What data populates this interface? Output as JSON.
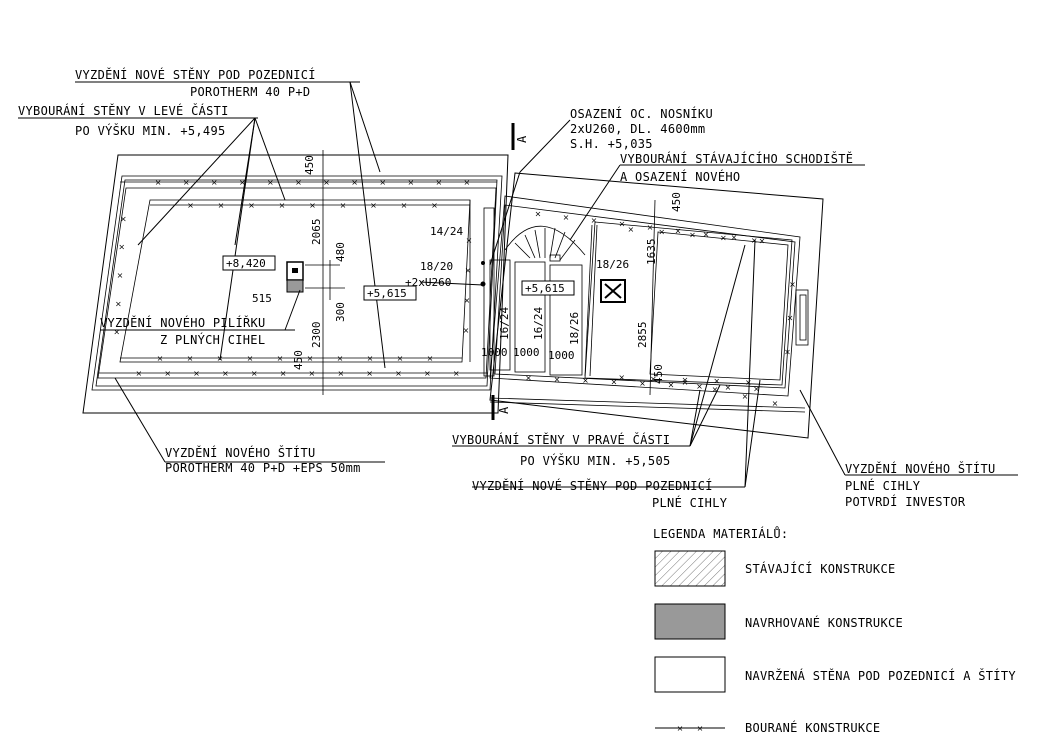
{
  "annotations": {
    "left_wall_new_1": "VYZDĚNÍ NOVÉ STĚNY POD POZEDNICÍ",
    "left_wall_new_2": "POROTHERM 40 P+D",
    "left_demolish_1": "VYBOURÁNÍ STĚNY V LEVÉ ČÁSTI",
    "left_demolish_2": "PO VÝŠKU MIN. +5,495",
    "beam_1": "OSAZENÍ OC. NOSNÍKU",
    "beam_2": "2xU260, DL. 4600mm",
    "beam_3": "S.H. +5,035",
    "stair_1": "VYBOURÁNÍ STÁVAJÍCÍHO SCHODIŠTĚ",
    "stair_2": "A OSAZENÍ NOVÉHO",
    "pillar_1": "VYZDĚNÍ NOVÉHO PILÍŘKU",
    "pillar_2": "Z PLNÝCH CIHEL",
    "gable_left_1": "VYZDĚNÍ NOVÉHO ŠTÍTU",
    "gable_left_2": "POROTHERM 40 P+D +EPS 50mm",
    "right_demolish_1": "VYBOURÁNÍ STĚNY V PRAVÉ ČÁSTI",
    "right_demolish_2": "PO VÝŠKU MIN. +5,505",
    "right_wall_new_1": "VYZDĚNÍ NOVÉ STĚNY POD POZEDNICÍ",
    "right_wall_new_2": "PLNÉ CIHLY",
    "gable_right_1": "VYZDĚNÍ NOVÉHO ŠTÍTU",
    "gable_right_2": "PLNÉ CIHLY",
    "gable_right_3": "POTVRDÍ INVESTOR"
  },
  "dimensions": {
    "d450a": "450",
    "d2065": "2065",
    "d480": "480",
    "d300": "300",
    "d2300": "2300",
    "d450b": "450",
    "d515": "515",
    "d1635": "1635",
    "d2855": "2855",
    "d450c": "450",
    "d450d": "450",
    "s1424": "14/24",
    "s1820": "18/20",
    "s2u260": "2xU260",
    "s1826a": "18/26",
    "s1624a": "16/24",
    "s1624b": "16/24",
    "s1826b": "18/26",
    "w1": "1000",
    "w2": "1000",
    "w3": "1000"
  },
  "levels": {
    "lv1": "+8,420",
    "lv2": "+5,615",
    "lv3": "+5,615"
  },
  "sections": {
    "top": "A",
    "bottom": "A"
  },
  "legend": {
    "title": "LEGENDA MATERIÁLŮ:",
    "existing": "STÁVAJÍCÍ KONSTRUKCE",
    "proposed": "NAVRHOVANÉ KONSTRUKCE",
    "new_wall": "NAVRŽENÁ STĚNA POD POZEDNICÍ A ŠTÍTY",
    "demolished": "BOURANÉ KONSTRUKCE",
    "colors": {
      "proposed": "#999999",
      "existing_hatch": "#777777"
    }
  }
}
